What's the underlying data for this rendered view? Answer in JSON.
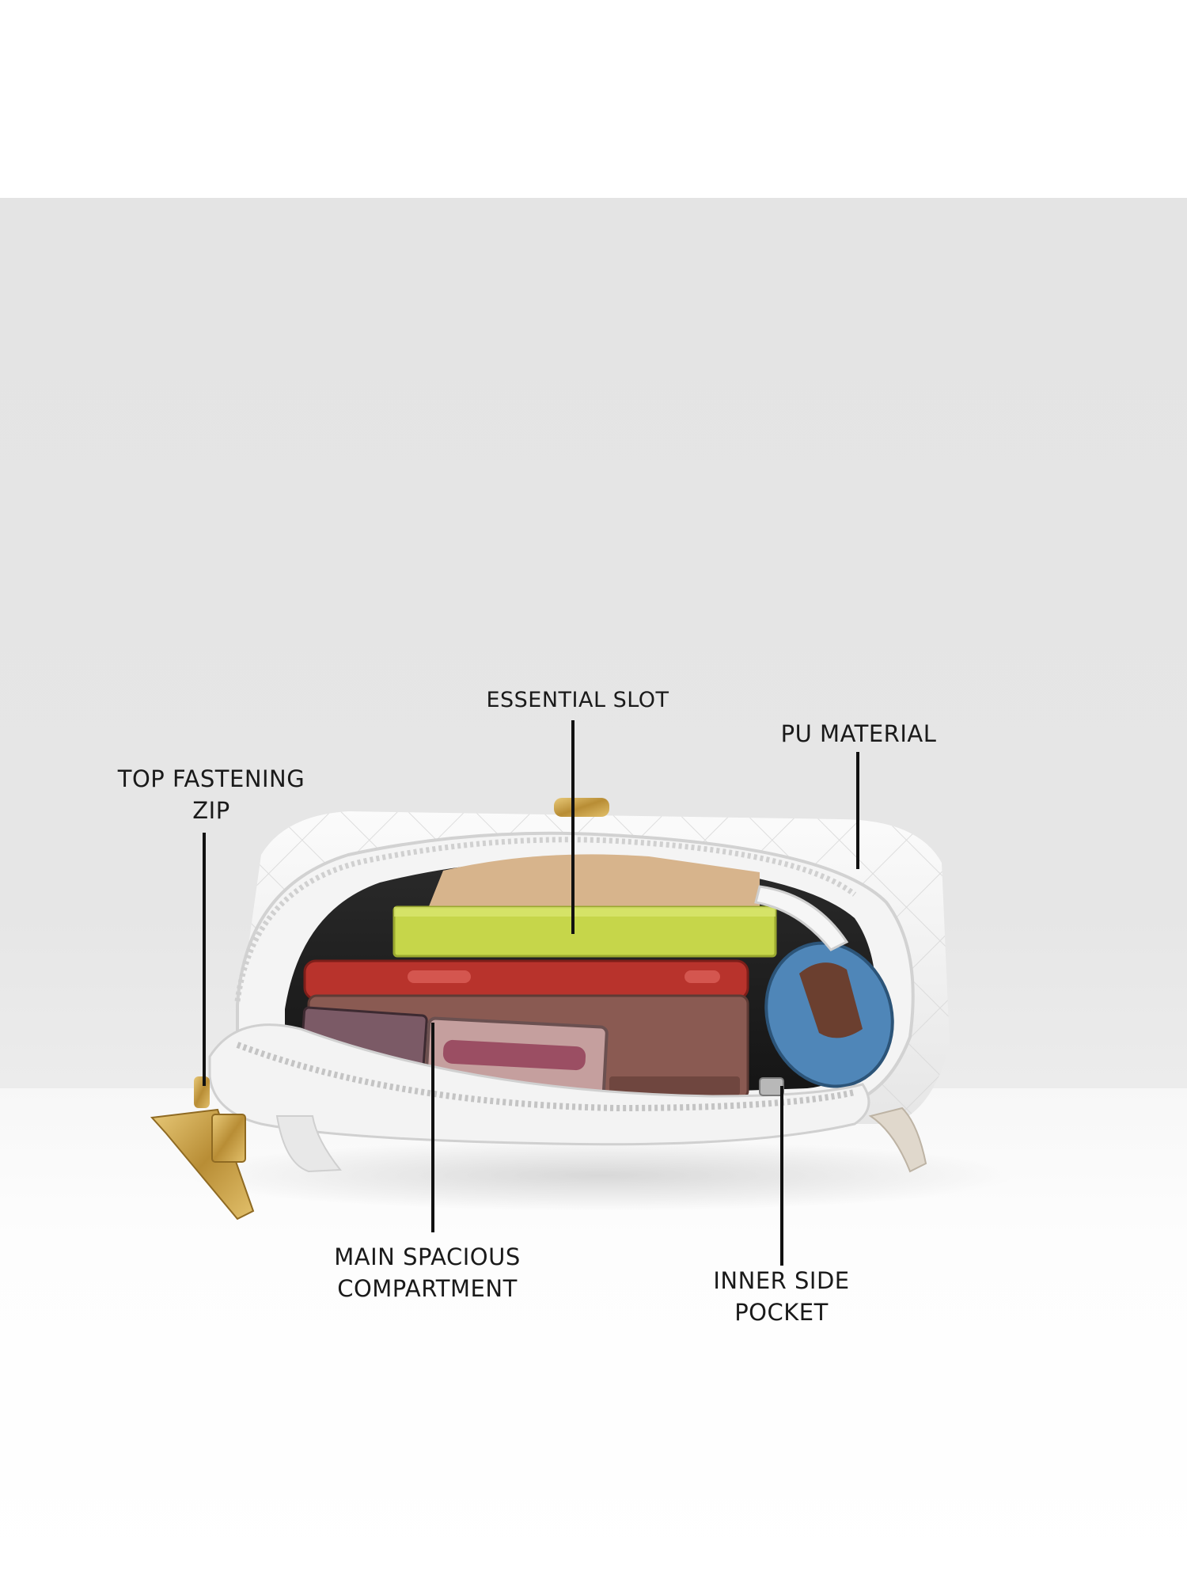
{
  "callouts": {
    "top_zip": {
      "line1": "TOP FASTENING",
      "line2": "ZIP"
    },
    "essential_slot": {
      "label": "ESSENTIAL SLOT"
    },
    "pu_material": {
      "label": "PU MATERIAL"
    },
    "main_compartment": {
      "line1": "MAIN SPACIOUS",
      "line2": "COMPARTMENT"
    },
    "inner_pocket": {
      "line1": "INNER SIDE",
      "line2": "POCKET"
    }
  },
  "colors": {
    "backdrop": "#e5e5e5",
    "bag_body": "#f2f2f2",
    "zip_gold": "#c9a24a",
    "notebook": "#c6d64a",
    "phone": "#b8332c",
    "wallet": "#8a5a52",
    "mirror": "#4f86b8",
    "leader_line": "#111111"
  }
}
